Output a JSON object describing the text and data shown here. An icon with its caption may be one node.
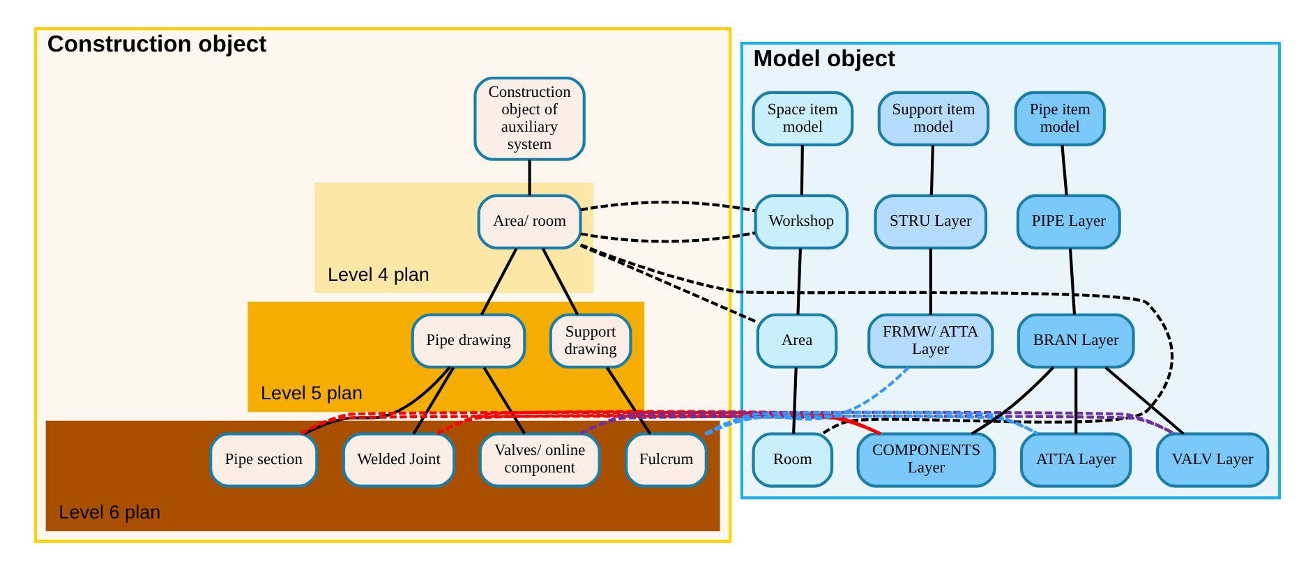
{
  "diagram": {
    "nodes": [
      {
        "text": [
          "Construction object"
        ]
      },
      {
        "text": [
          "Construction object of auxiliary system"
        ],
        "in": 0
      },
      {
        "text": [
          "Level 4 plan"
        ],
        "in": 0
      },
      {
        "text": [
          "Area/ room"
        ],
        "in": 2
      },
      {
        "text": [
          "Level 5 plan"
        ],
        "in": 0
      },
      {
        "text": [
          "Pipe drawing"
        ],
        "in": 4
      },
      {
        "text": [
          "Support drawing"
        ],
        "in": 4
      },
      {
        "text": [
          "Level 6 plan"
        ],
        "in": 0
      },
      {
        "text": [
          "Pipe section"
        ],
        "in": 7
      },
      {
        "text": [
          "Welded Joint"
        ],
        "in": 7
      },
      {
        "text": [
          "Valves/ online component"
        ],
        "in": 7
      },
      {
        "text": [
          "Fulcrum"
        ],
        "in": 7
      },
      {
        "text": [
          "Model object"
        ]
      },
      {
        "text": [
          "Space item model"
        ],
        "in": 12
      },
      {
        "text": [
          "Support item model"
        ],
        "in": 12
      },
      {
        "text": [
          "Pipe item model"
        ],
        "in": 12
      },
      {
        "text": [
          "Workshop"
        ],
        "in": 12
      },
      {
        "text": [
          "PIPE Layer"
        ],
        "in": 12
      },
      {
        "text": [
          "Area"
        ],
        "in": 12
      },
      {
        "text": [
          "STRU Layer"
        ],
        "in": 12
      },
      {
        "text": [
          "BRAN Layer"
        ],
        "in": 12
      },
      {
        "text": [
          "Room"
        ],
        "in": 12
      },
      {
        "text": [
          "FRMW/ ATTA Layer"
        ],
        "in": 12
      },
      {
        "text": [
          "COMPONENTS Layer"
        ],
        "in": 12
      },
      {
        "text": [
          "ATTA Layer"
        ],
        "in": 12
      },
      {
        "text": [
          "VALV Layer"
        ],
        "in": 12
      }
    ],
    "edges": [
      {
        "from": 1,
        "to": 3,
        "arrow": "none"
      },
      {
        "from": 3,
        "to": 5,
        "arrow": "none"
      },
      {
        "from": 3,
        "to": 6,
        "arrow": "none"
      },
      {
        "from": 5,
        "to": 8,
        "arrow": "none"
      },
      {
        "from": 5,
        "to": 9,
        "arrow": "none"
      },
      {
        "from": 5,
        "to": 10,
        "arrow": "none"
      },
      {
        "from": 6,
        "to": 11,
        "arrow": "none"
      },
      {
        "from": 13,
        "to": 16,
        "arrow": "none"
      },
      {
        "from": 16,
        "to": 18,
        "arrow": "none"
      },
      {
        "from": 18,
        "to": 21,
        "arrow": "none"
      },
      {
        "from": 14,
        "to": 19,
        "arrow": "none"
      },
      {
        "from": 19,
        "to": 22,
        "arrow": "none"
      },
      {
        "from": 15,
        "to": 17,
        "arrow": "none"
      },
      {
        "from": 17,
        "to": 20,
        "arrow": "none"
      },
      {
        "from": 20,
        "to": 23,
        "arrow": "none"
      },
      {
        "from": 20,
        "to": 24,
        "arrow": "none"
      },
      {
        "from": 20,
        "to": 25,
        "arrow": "none"
      },
      {
        "from": 3,
        "to": 16,
        "arrow": "none",
        "style": "dashed"
      },
      {
        "from": 3,
        "to": 18,
        "arrow": "none",
        "style": "dashed"
      },
      {
        "from": 3,
        "to": 21,
        "arrow": "none",
        "style": "dashed"
      },
      {
        "from": 11,
        "to": 22,
        "arrow": "none",
        "style": "dashed",
        "color": "#3399ff"
      },
      {
        "from": 11,
        "to": 24,
        "arrow": "none",
        "style": "dashed",
        "color": "#3399ff"
      },
      {
        "from": 10,
        "to": 25,
        "arrow": "none",
        "style": "dashed",
        "color": "#7030a0"
      },
      {
        "from": 9,
        "to": 23,
        "arrow": "none",
        "style": "dashed",
        "color": "#ff0000"
      },
      {
        "from": 8,
        "to": 23,
        "arrow": "none",
        "style": "dashed",
        "color": "#ff0000"
      }
    ]
  }
}
